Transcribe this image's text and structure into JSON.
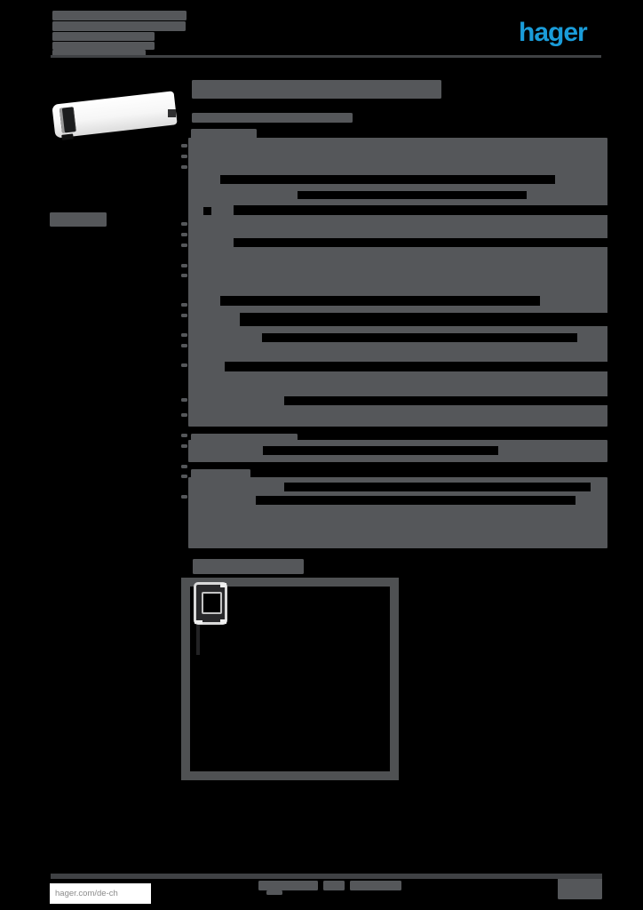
{
  "page": {
    "bg": "#000000",
    "bar_color": "#55575a",
    "rule_color": "#3f4144",
    "logo_color": "#1a9cd9"
  },
  "header": {
    "logo_text": "hager"
  },
  "footer": {
    "site_label": "hager.com/de-ch"
  },
  "redactions": {
    "rules": [
      [
        57,
        62,
        620,
        3
      ],
      [
        57,
        983,
        621,
        6
      ]
    ],
    "blocks": [
      [
        212,
        155,
        472,
        325
      ],
      [
        212,
        495,
        472,
        25
      ],
      [
        212,
        537,
        472,
        80
      ]
    ],
    "holes": [
      [
        248,
        197,
        377,
        10
      ],
      [
        335,
        215,
        258,
        9
      ],
      [
        263,
        231,
        421,
        11
      ],
      [
        229,
        233,
        9,
        9
      ],
      [
        263,
        268,
        421,
        10
      ],
      [
        248,
        333,
        360,
        11
      ],
      [
        270,
        352,
        414,
        15
      ],
      [
        295,
        375,
        355,
        10
      ],
      [
        253,
        407,
        431,
        11
      ],
      [
        320,
        446,
        364,
        10
      ],
      [
        296,
        502,
        265,
        10
      ],
      [
        320,
        543,
        345,
        10
      ],
      [
        288,
        558,
        360,
        10
      ]
    ],
    "bars": [
      [
        59,
        12,
        151,
        11
      ],
      [
        59,
        24,
        150,
        11
      ],
      [
        59,
        36,
        115,
        10
      ],
      [
        59,
        47,
        115,
        9
      ],
      [
        59,
        56,
        105,
        7
      ],
      [
        216,
        90,
        281,
        21
      ],
      [
        216,
        127,
        181,
        11
      ],
      [
        215,
        145,
        74,
        11
      ],
      [
        56,
        239,
        64,
        16
      ],
      [
        215,
        488,
        120,
        8
      ],
      [
        215,
        528,
        67,
        10
      ],
      [
        217,
        629,
        125,
        17
      ],
      [
        291,
        991,
        67,
        11
      ],
      [
        364,
        991,
        24,
        11
      ],
      [
        394,
        991,
        58,
        11
      ],
      [
        300,
        1002,
        18,
        5
      ],
      [
        628,
        988,
        50,
        24
      ],
      [
        204,
        162,
        7,
        4
      ],
      [
        204,
        174,
        7,
        4
      ],
      [
        204,
        186,
        7,
        4
      ],
      [
        204,
        250,
        7,
        4
      ],
      [
        204,
        262,
        7,
        4
      ],
      [
        204,
        274,
        7,
        4
      ],
      [
        204,
        297,
        7,
        4
      ],
      [
        204,
        308,
        7,
        4
      ],
      [
        204,
        341,
        7,
        4
      ],
      [
        204,
        353,
        7,
        4
      ],
      [
        204,
        375,
        7,
        4
      ],
      [
        204,
        387,
        7,
        4
      ],
      [
        204,
        409,
        7,
        4
      ],
      [
        204,
        448,
        7,
        4
      ],
      [
        204,
        465,
        7,
        4
      ],
      [
        204,
        488,
        7,
        4
      ],
      [
        204,
        500,
        7,
        4
      ],
      [
        204,
        523,
        7,
        4
      ],
      [
        204,
        534,
        7,
        4
      ],
      [
        204,
        557,
        7,
        4
      ]
    ]
  }
}
